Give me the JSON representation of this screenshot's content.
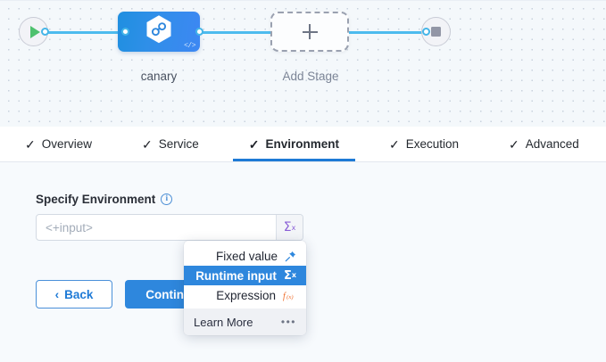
{
  "canvas": {
    "start_node": {
      "icon": "play-icon",
      "name": "pipeline-start"
    },
    "end_node": {
      "icon": "stop-square-icon",
      "name": "pipeline-end"
    },
    "stage": {
      "label": "canary",
      "icon": "hexagon-infinity-icon",
      "badge_icon": "code-brackets-icon",
      "badge_text": "</>"
    },
    "add_stage": {
      "label": "Add Stage",
      "icon": "plus-icon"
    }
  },
  "tabs": [
    {
      "label": "Overview",
      "check": "✓",
      "active": false
    },
    {
      "label": "Service",
      "check": "✓",
      "active": false
    },
    {
      "label": "Environment",
      "check": "✓",
      "active": true
    },
    {
      "label": "Execution",
      "check": "✓",
      "active": false
    },
    {
      "label": "Advanced",
      "check": "✓",
      "active": false
    }
  ],
  "form": {
    "field_label": "Specify Environment",
    "info_icon_glyph": "i",
    "input_value": "<+input>",
    "input_placeholder": "<+input>",
    "sigma_button": {
      "glyph": "Σ",
      "sup": "x",
      "name": "runtime-input-toggle"
    },
    "back_button": {
      "label": "Back",
      "chevron": "‹"
    },
    "continue_button": {
      "label": "Continue"
    }
  },
  "dropdown": {
    "items": [
      {
        "label": "Fixed value",
        "icon": "pin-icon",
        "glyph": "📌",
        "selected": false
      },
      {
        "label": "Runtime input",
        "icon": "sigma-icon",
        "glyph": "Σ",
        "selected": true
      },
      {
        "label": "Expression",
        "icon": "fx-icon",
        "glyph": "f(x)",
        "selected": false
      }
    ],
    "footer": {
      "label": "Learn More",
      "dots": "•••"
    }
  },
  "colors": {
    "accent_blue": "#2e87dd",
    "wire_blue": "#4dbbee",
    "purple": "#8a5fd6",
    "orange": "#ef6c2a",
    "green": "#4ec16e"
  }
}
